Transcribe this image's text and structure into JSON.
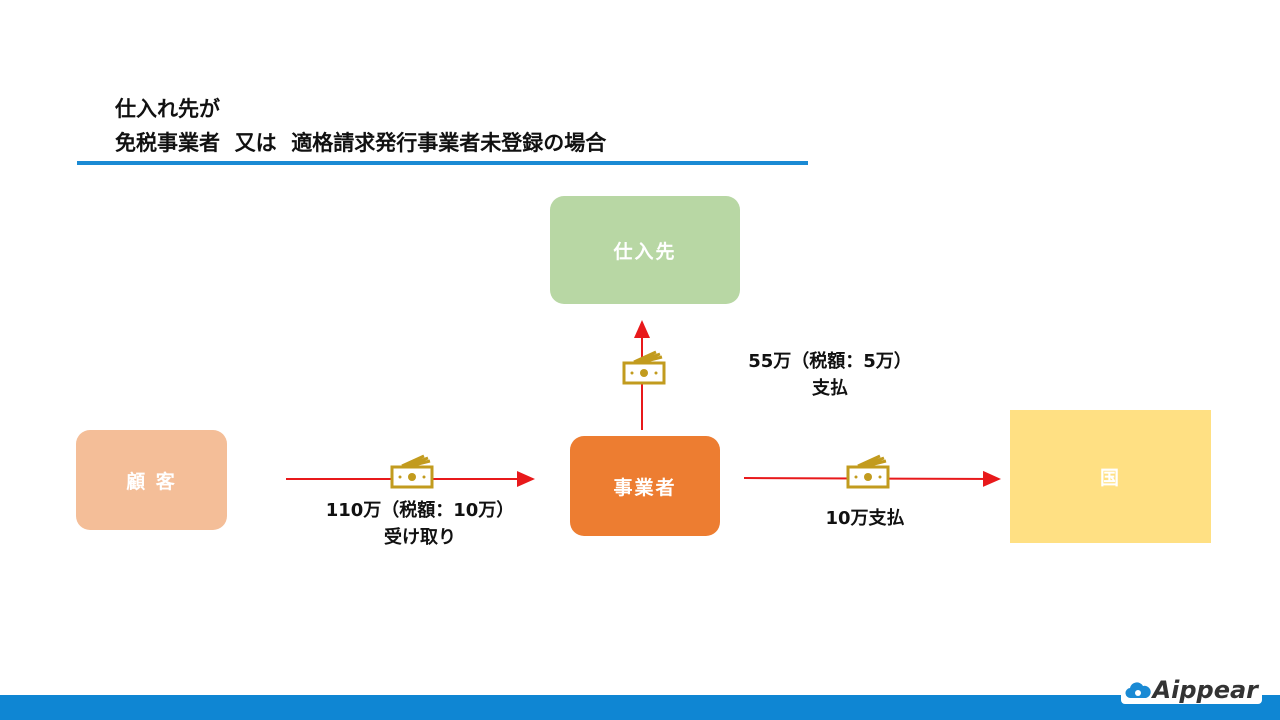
{
  "title": {
    "line1": "仕入れ先が",
    "line2": "免税事業者  又は  適格請求発行事業者未登録の場合"
  },
  "nodes": {
    "supplier": "仕入先",
    "customer": "顧 客",
    "business": "事業者",
    "country": "国"
  },
  "flows": {
    "receive_amount": "110万（税額：10万）",
    "receive_action": "受け取り",
    "supplier_amount": "55万（税額：5万）",
    "supplier_action": "支払",
    "country_payment": "10万支払"
  },
  "colors": {
    "supplier": "#B8D7A4",
    "customer": "#F4BE98",
    "business": "#ED7D31",
    "country": "#FFE083",
    "arrow": "#E8191B",
    "money": "#C29B1E",
    "accent": "#1A8AD4"
  },
  "logo": {
    "text": "Aippear"
  }
}
